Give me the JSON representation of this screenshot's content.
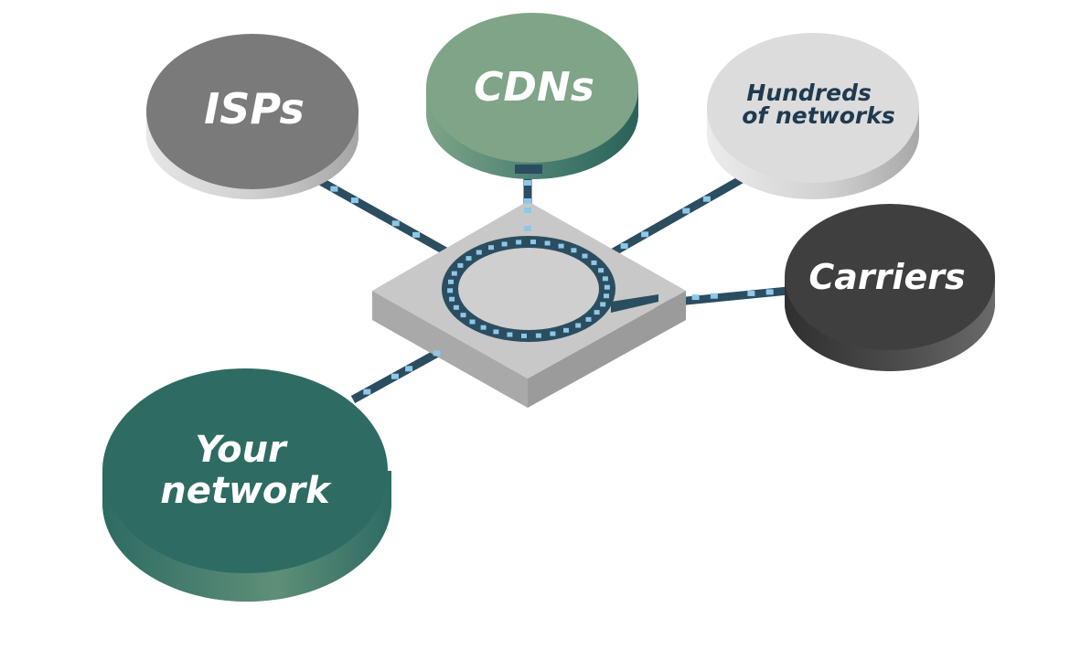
{
  "diagram": {
    "nodes": [
      {
        "id": "isps",
        "label_lines": [
          "ISPs"
        ]
      },
      {
        "id": "cdns",
        "label_lines": [
          "CDNs"
        ]
      },
      {
        "id": "hundreds",
        "label_lines": [
          "Hundreds",
          "of networks"
        ]
      },
      {
        "id": "carriers",
        "label_lines": [
          "Carriers"
        ]
      },
      {
        "id": "your-network",
        "label_lines": [
          "Your",
          "network"
        ]
      }
    ],
    "hub": {
      "id": "exchange-hub",
      "label": ""
    },
    "colors": {
      "isps_top": "#7a7a7a",
      "isps_side": "#b9b9b9",
      "cdns_top": "#7fa487",
      "cdns_side": "#2f6b62",
      "hundreds_top": "#dcdcdc",
      "hundreds_side": "#b5b5b5",
      "carriers_top": "#3f3f3f",
      "carriers_side": "#5a5a5a",
      "your_top": "#2e6b63",
      "your_side": "#6f9b82",
      "cable": "#2b4d60",
      "packet": "#8fc7e8",
      "hub_top": "#c8c8c8",
      "hub_side_left": "#a9a9a9",
      "hub_side_right": "#9b9b9b",
      "label_light": "#ffffff",
      "label_dark": "#1f3a4f"
    }
  }
}
